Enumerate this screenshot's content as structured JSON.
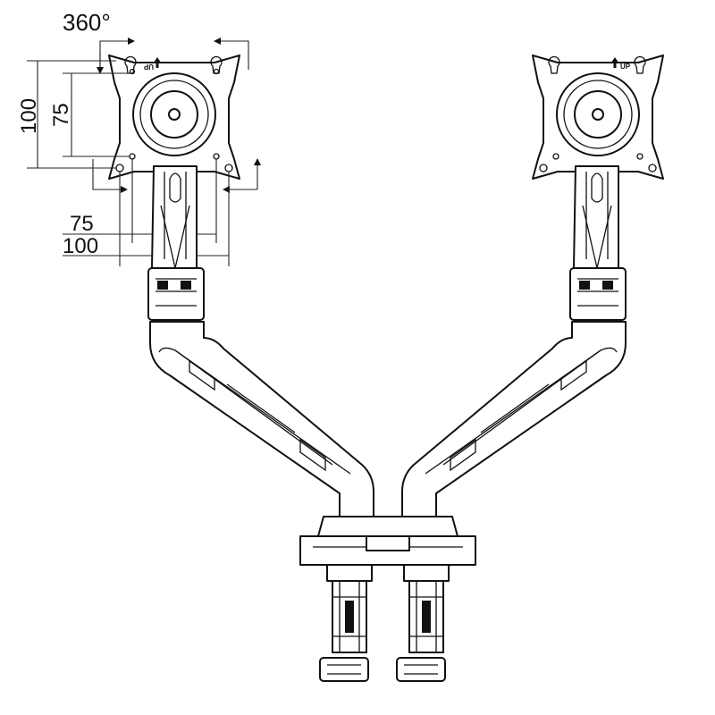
{
  "labels": {
    "rotation": "360°",
    "vertical_outer": "100",
    "vertical_inner": "75",
    "horizontal_inner": "75",
    "horizontal_outer": "100",
    "up_left": "UP",
    "up_right": "UP"
  },
  "colors": {
    "stroke": "#111111",
    "background": "#ffffff"
  },
  "icons": [
    "rotation-arrow-icon",
    "up-arrow-icon"
  ]
}
